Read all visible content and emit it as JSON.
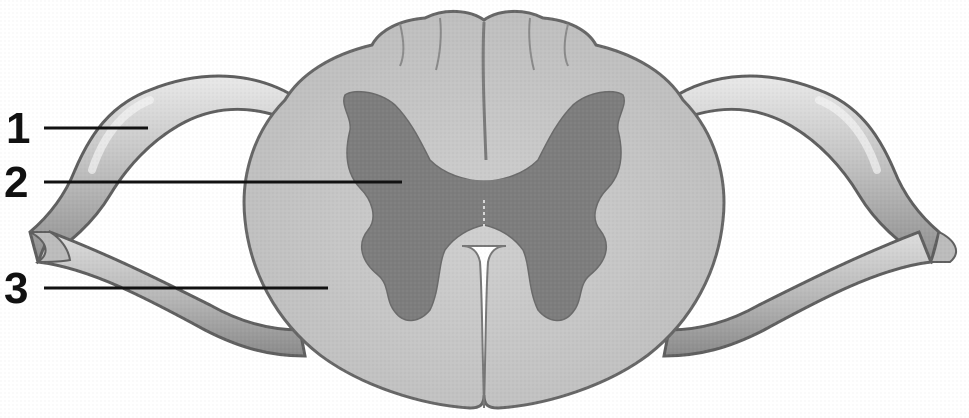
{
  "diagram": {
    "labels": [
      {
        "id": "1",
        "text": "1",
        "target": "dorsal-root"
      },
      {
        "id": "2",
        "text": "2",
        "target": "gray-matter"
      },
      {
        "id": "3",
        "text": "3",
        "target": "white-matter"
      }
    ],
    "colors": {
      "background": "#ffffff",
      "white_matter": "#c8c8c8",
      "white_matter_edge": "#6b6b6b",
      "gray_matter": "#7b7b7b",
      "nerve_root": "#b9b9b9",
      "nerve_root_highlight": "#e6e6e6",
      "outline": "#5a5a5a",
      "label_text": "#111111"
    }
  }
}
